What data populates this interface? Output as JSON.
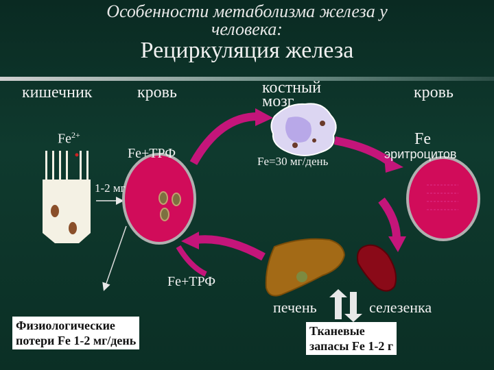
{
  "title": {
    "line1": "Особенности метаболизма железа у",
    "line2": "человека:",
    "main": "Рециркуляция железа"
  },
  "labels": {
    "intestine": "кишечник",
    "blood_left": "кровь",
    "bone_marrow_l1": "костный",
    "bone_marrow_l2": "мозг",
    "blood_right": "кровь",
    "fe2_base": "Fe",
    "fe2_sup": "2+",
    "fe_trf_top": "Fe+ТРФ",
    "fe_30": "Fe=30 мг/день",
    "fe_right": "Fe",
    "erythrocytes": "эритроцитов",
    "absorb": "1-2 мг",
    "fe_trf_bottom": "Fe+ТРФ",
    "liver": "печень",
    "spleen": "селезенка"
  },
  "boxes": {
    "losses_l1": "Физиологические",
    "losses_l2": "потери Fe 1-2 мг/день",
    "stores_l1": "Тканевые",
    "stores_l2": "запасы Fe 1-2 г"
  },
  "colors": {
    "background": "#0f3a2e",
    "vessel": "#d10c5a",
    "arrow": "#c4157a",
    "liver": "#a36a16",
    "spleen": "#8a0a18",
    "marrow_cell": "#dcd6f2"
  }
}
